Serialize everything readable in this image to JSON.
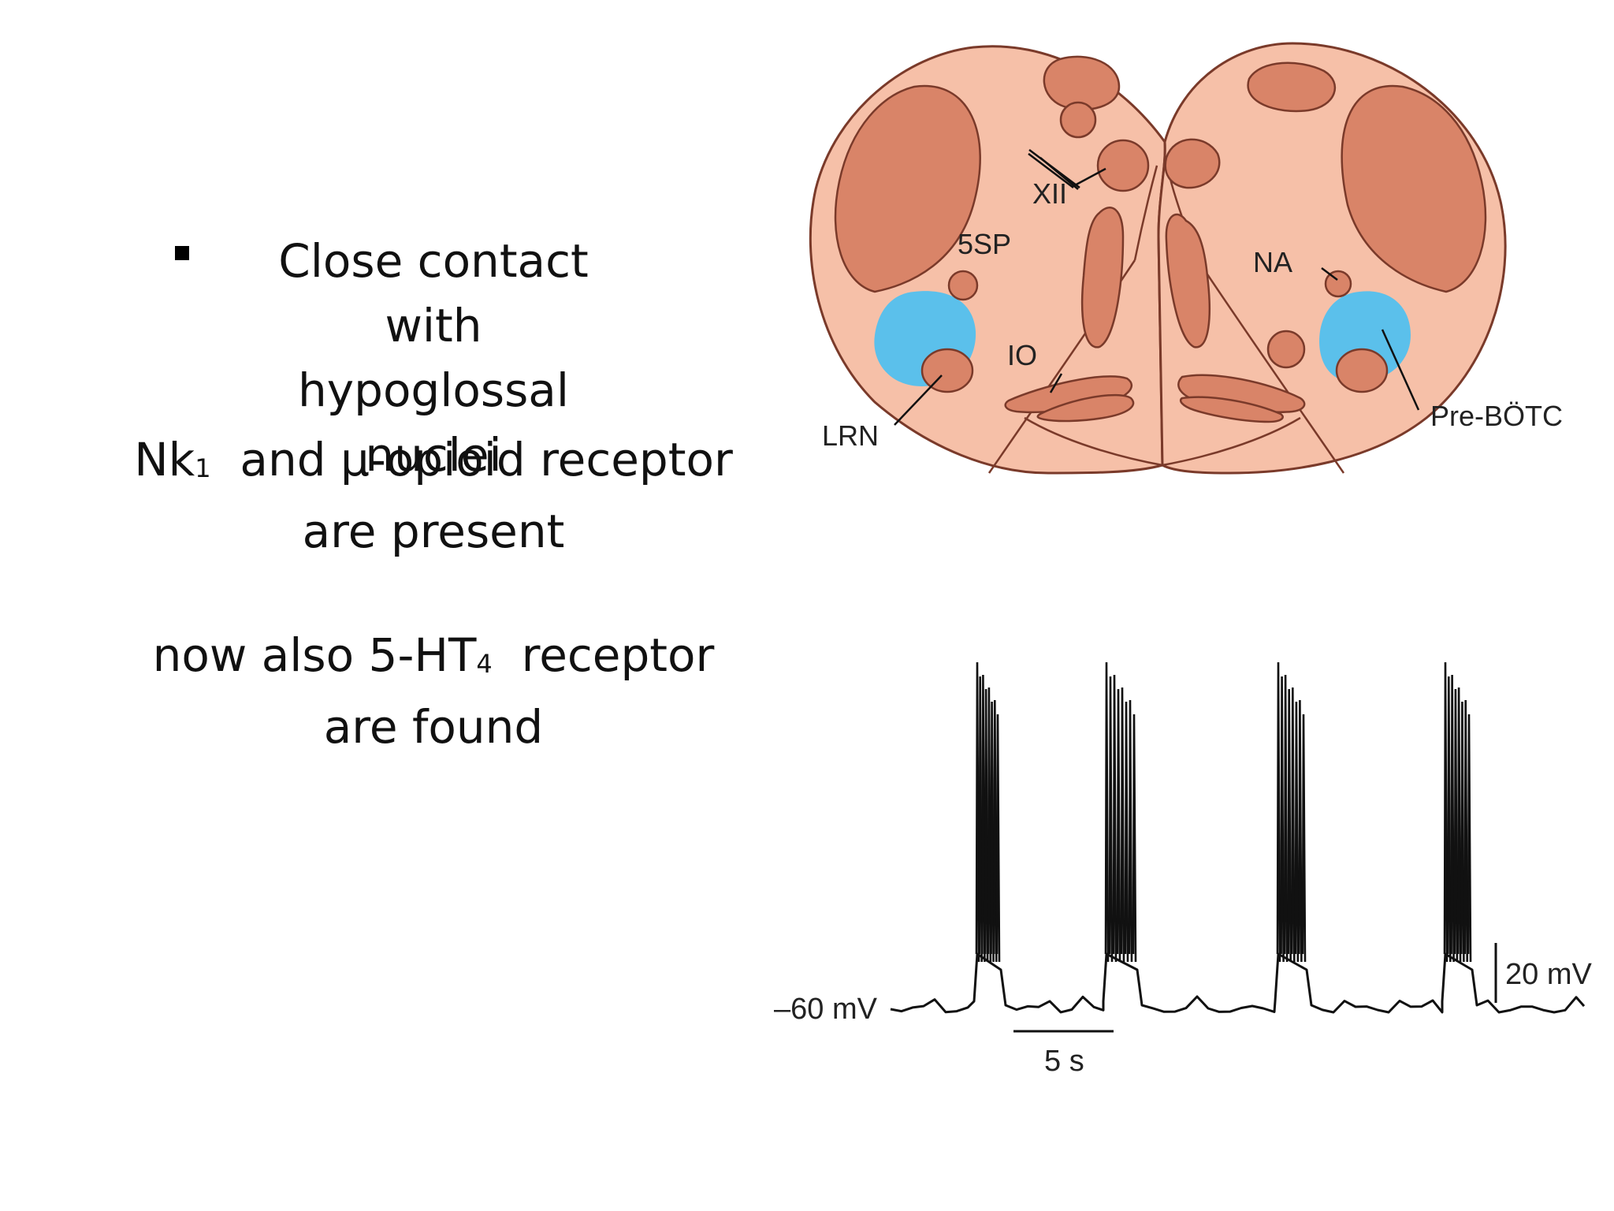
{
  "text_block": {
    "bullet": {
      "line1": "Close contact with",
      "line2": "hypoglossal nuclei"
    },
    "receptors": {
      "nk": "Nk",
      "nk_sub": "1",
      "rest_line1": "and μ-opioid receptor",
      "line2": "are present"
    },
    "serotonin": {
      "prefix": "now also 5-HT",
      "sub": "4",
      "rest_line1": "receptor",
      "line2": "are found"
    }
  },
  "brainstem_diagram": {
    "labels": {
      "xii": "XII",
      "5sp": "5SP",
      "na": "NA",
      "io": "IO",
      "lrn": "LRN",
      "prebotc": "Pre-BÖTC"
    },
    "colors": {
      "tissue": "#F6C0A8",
      "nuclei": "#D98468",
      "outline": "#7A3A2A",
      "prebotc_highlight": "#5BC0EB"
    }
  },
  "trace_figure": {
    "baseline_label": "–60 mV",
    "voltage_scale_label": "20 mV",
    "time_scale_label": "5 s",
    "burst_count": 4
  }
}
